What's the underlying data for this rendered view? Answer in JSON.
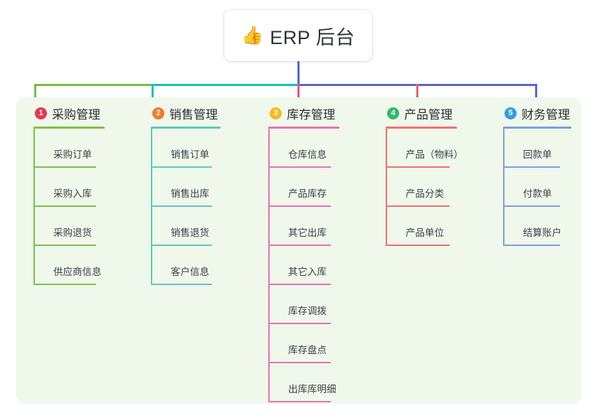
{
  "root": {
    "icon": "thumbs-up-icon",
    "emoji": "👍",
    "title": "ERP 后台"
  },
  "palette": {
    "panel_bg": "#eff8ea",
    "page_bg": "#ffffff",
    "text": "#3c4147",
    "connector_trunk": "#5b63cf"
  },
  "connectors": {
    "trunk_color": "#5b63cf",
    "segments": [
      {
        "name": "segment-green",
        "color": "#79bd42"
      },
      {
        "name": "segment-teal",
        "color": "#17c3ad"
      },
      {
        "name": "segment-blue",
        "color": "#5b63cf"
      }
    ],
    "drops": [
      {
        "name": "drop-purchasing",
        "color": "#79bd42"
      },
      {
        "name": "drop-sales",
        "color": "#17c3ad"
      },
      {
        "name": "drop-inventory",
        "color": "#e8519b"
      },
      {
        "name": "drop-product",
        "color": "#f4606c"
      },
      {
        "name": "drop-finance",
        "color": "#5b63cf"
      }
    ]
  },
  "columns": [
    {
      "number": "1",
      "title": "采购管理",
      "badge_color": "#e8384f",
      "line_color": "#7cc04b",
      "items": [
        {
          "label": "采购订单"
        },
        {
          "label": "采购入库"
        },
        {
          "label": "采购退货"
        },
        {
          "label": "供应商信息"
        }
      ]
    },
    {
      "number": "2",
      "title": "销售管理",
      "badge_color": "#f07c2c",
      "line_color": "#5ec8bd",
      "items": [
        {
          "label": "销售订单"
        },
        {
          "label": "销售出库"
        },
        {
          "label": "销售退货"
        },
        {
          "label": "客户信息"
        }
      ]
    },
    {
      "number": "3",
      "title": "库存管理",
      "badge_color": "#f5bc1c",
      "line_color": "#e873ae",
      "items": [
        {
          "label": "仓库信息"
        },
        {
          "label": "产品库存"
        },
        {
          "label": "其它出库"
        },
        {
          "label": "其它入库"
        },
        {
          "label": "库存调拨"
        },
        {
          "label": "库存盘点"
        },
        {
          "label": "出库库明细"
        }
      ]
    },
    {
      "number": "4",
      "title": "产品管理",
      "badge_color": "#2eb872",
      "line_color": "#f2706f",
      "items": [
        {
          "label": "产品（物料）"
        },
        {
          "label": "产品分类"
        },
        {
          "label": "产品单位"
        }
      ]
    },
    {
      "number": "5",
      "title": "财务管理",
      "badge_color": "#2f9fe0",
      "line_color": "#7f9fdd",
      "items": [
        {
          "label": "回款单"
        },
        {
          "label": "付款单"
        },
        {
          "label": "结算账户"
        }
      ]
    }
  ]
}
